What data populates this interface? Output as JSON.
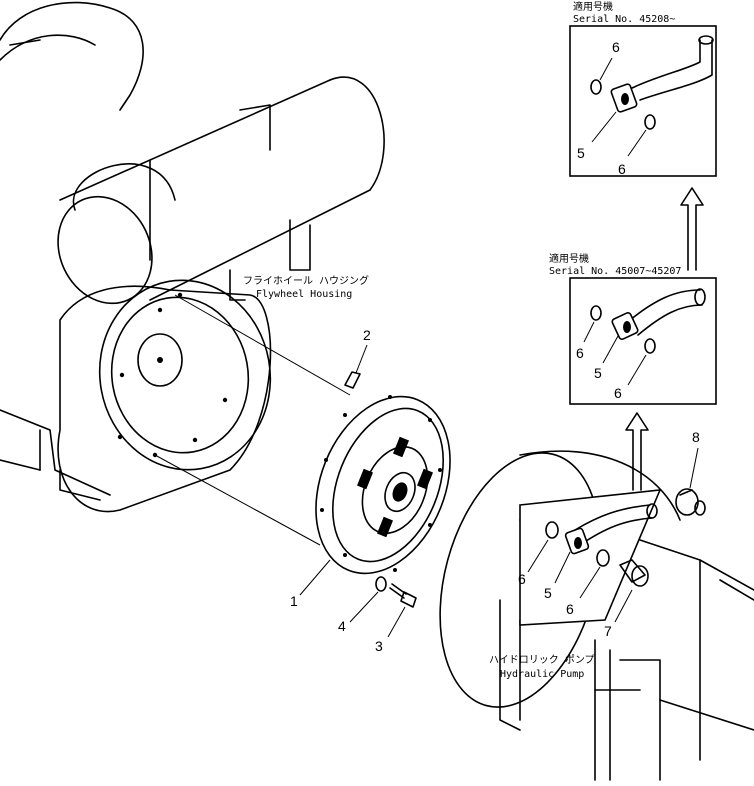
{
  "labels": {
    "flywheel_housing_jp": "フライホイール ハウジング",
    "flywheel_housing_en": "Flywheel Housing",
    "hydraulic_pump_jp": "ハイドロリック ポンプ",
    "hydraulic_pump_en": "Hydraulic Pump"
  },
  "inset_top": {
    "applicable_jp": "適用号機",
    "serial": "Serial  No. 45208~"
  },
  "inset_middle": {
    "applicable_jp": "適用号機",
    "serial": "Serial  No. 45007~45207"
  },
  "callouts": {
    "n1": "1",
    "n2": "2",
    "n3": "3",
    "n4": "4",
    "n5": "5",
    "n6": "6",
    "n7": "7",
    "n8": "8"
  }
}
